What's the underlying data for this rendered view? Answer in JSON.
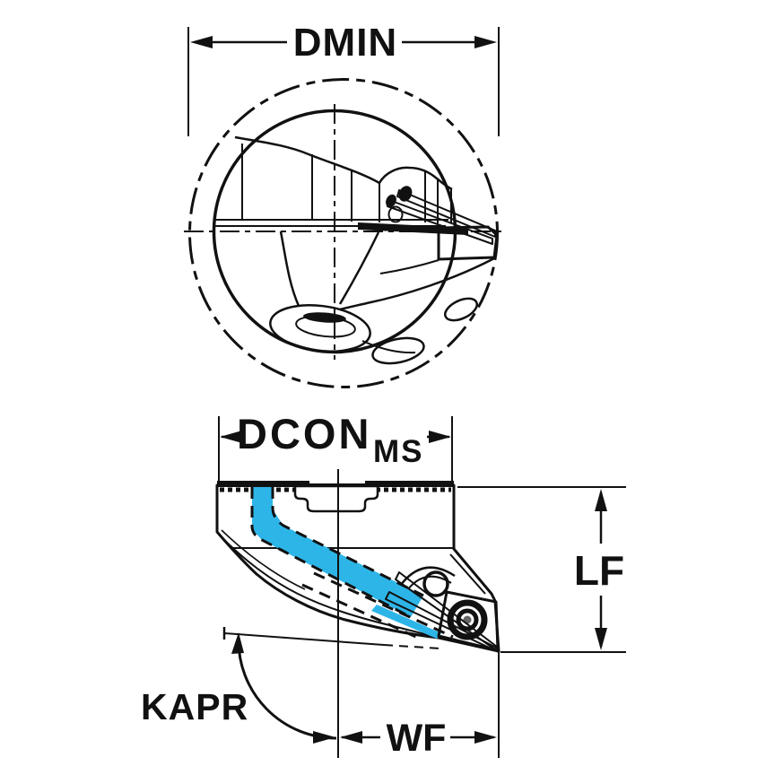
{
  "diagram": {
    "labels": {
      "dmin": "DMIN",
      "dcon": "DCON",
      "dcon_sub": "MS",
      "lf": "LF",
      "kapr": "KAPR",
      "wf": "WF"
    },
    "colors": {
      "line": "#111111",
      "body": "#b5c8d4",
      "insert_yellow": "#fdc804",
      "coolant_cyan": "#2db5e8",
      "background": "#ffffff"
    }
  }
}
